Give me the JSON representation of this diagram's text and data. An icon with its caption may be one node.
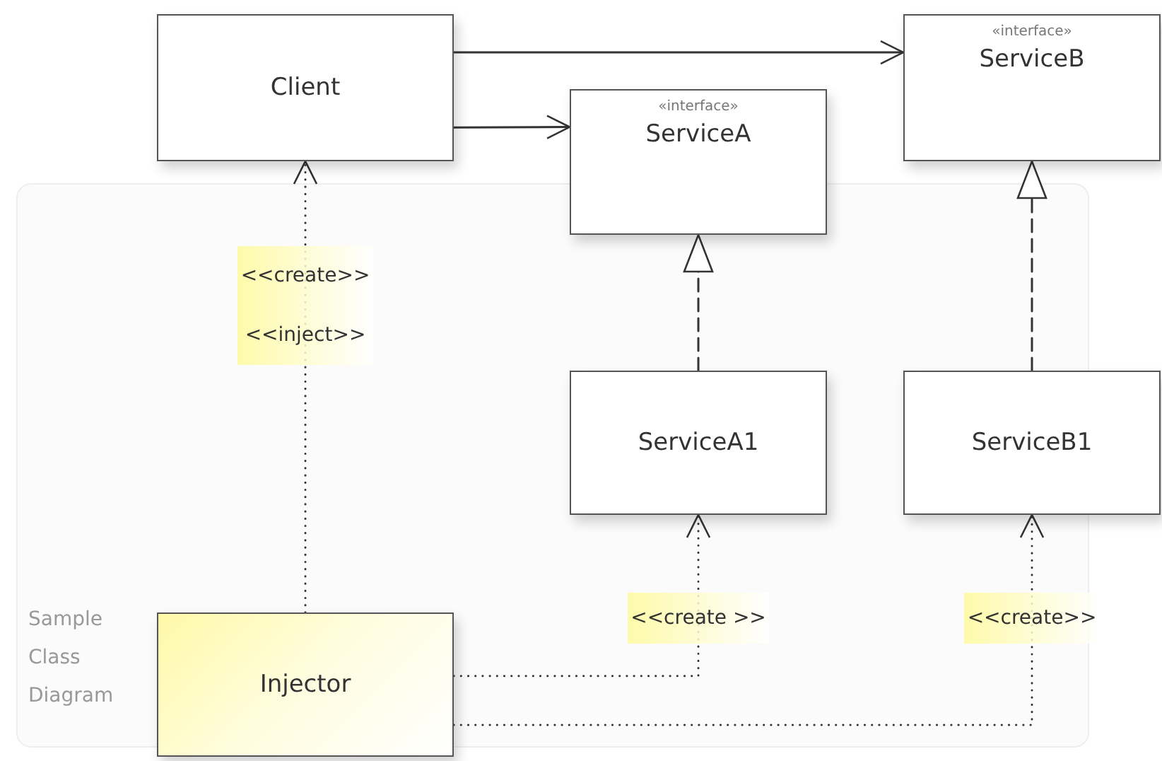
{
  "diagram": {
    "nodes": [
      {
        "text": [
          "Client"
        ]
      },
      {
        "text": [
          "«interface»",
          "ServiceA"
        ]
      },
      {
        "text": [
          "«interface»",
          "ServiceB"
        ]
      },
      {
        "text": [
          "ServiceA1"
        ]
      },
      {
        "text": [
          "ServiceB1"
        ]
      },
      {
        "text": [
          "Injector"
        ]
      }
    ],
    "edges": [
      {
        "from": 0,
        "to": 2,
        "arrow": "to"
      },
      {
        "from": 0,
        "to": 1,
        "arrow": "to"
      },
      {
        "from": 3,
        "to": 1,
        "arrow": "to",
        "style": "dashed"
      },
      {
        "from": 4,
        "to": 2,
        "arrow": "to",
        "style": "dashed"
      },
      {
        "from": 5,
        "to": 0,
        "arrow": "to",
        "style": "dashed",
        "label": "<<create>> <<inject>>"
      },
      {
        "from": 5,
        "to": 3,
        "arrow": "to",
        "style": "dashed",
        "label": "<<create >>"
      },
      {
        "from": 5,
        "to": 4,
        "arrow": "to",
        "style": "dashed",
        "label": "<<create>>"
      }
    ],
    "labels": [
      "Sample Class Diagram"
    ]
  }
}
